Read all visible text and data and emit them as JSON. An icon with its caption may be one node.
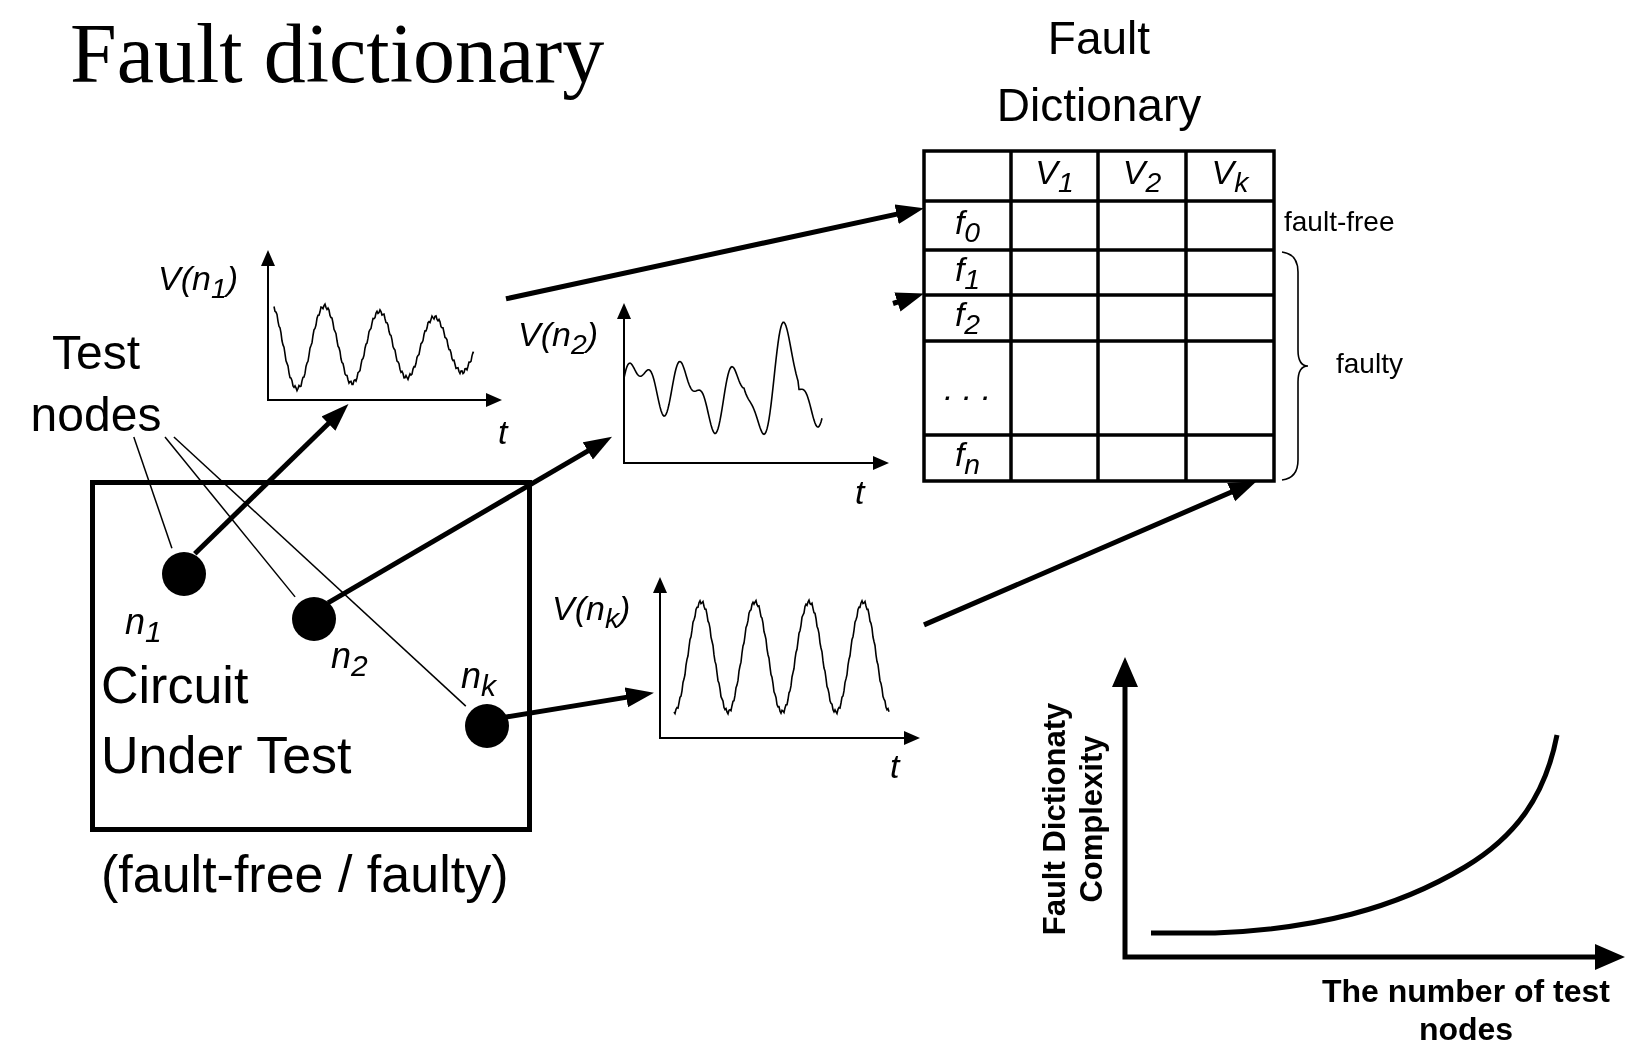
{
  "diagram": {
    "title": "Fault dictionary",
    "nodes": [
      {
        "text": [
          "Circuit Under Test"
        ],
        "beside": [
          "(fault-free / faulty)"
        ]
      },
      {
        "text": [
          "Test nodes"
        ]
      },
      {
        "text": [],
        "shape": "circle",
        "in": 0,
        "beside": [
          "n$_{1}$"
        ]
      },
      {
        "text": [],
        "shape": "circle",
        "in": 0,
        "beside": [
          "n$_{2}$"
        ]
      },
      {
        "text": [],
        "shape": "circle",
        "in": 0,
        "beside": [
          "n$_{k}$"
        ]
      },
      {
        "text": [],
        "shape": "picture",
        "beside": [
          "V(n$_{1}$)",
          "t"
        ]
      },
      {
        "text": [],
        "shape": "picture",
        "beside": [
          "V(n$_{2}$)",
          "t"
        ]
      },
      {
        "text": [],
        "shape": "picture",
        "beside": [
          "V(n$_{k}$)",
          "t"
        ]
      },
      {
        "text": [
          "Fault Dictionary"
        ],
        "beside": [
          "fault-free",
          "faulty"
        ]
      }
    ],
    "edges": [
      {
        "from": 1,
        "to": 2,
        "arrow": "none"
      },
      {
        "from": 1,
        "to": 3,
        "arrow": "none"
      },
      {
        "from": 1,
        "to": 4,
        "arrow": "none"
      },
      {
        "from": 2,
        "to": 5,
        "arrow": "to"
      },
      {
        "from": 3,
        "to": 6,
        "arrow": "to"
      },
      {
        "from": 4,
        "to": 7,
        "arrow": "to"
      },
      {
        "from": 5,
        "to": 8,
        "arrow": "to"
      },
      {
        "from": 6,
        "to": 8,
        "arrow": "to"
      },
      {
        "from": 7,
        "to": 8,
        "arrow": "to"
      }
    ],
    "labels": [
      "V$_{1}$",
      "V$_{2}$",
      "V$_{k}$",
      "f$_{0}$",
      "f$_{1}$",
      "f$_{2}$",
      ". . .",
      "f$_{n}$",
      "Fault Dictionaty Complexity",
      "The number of test nodes"
    ]
  }
}
